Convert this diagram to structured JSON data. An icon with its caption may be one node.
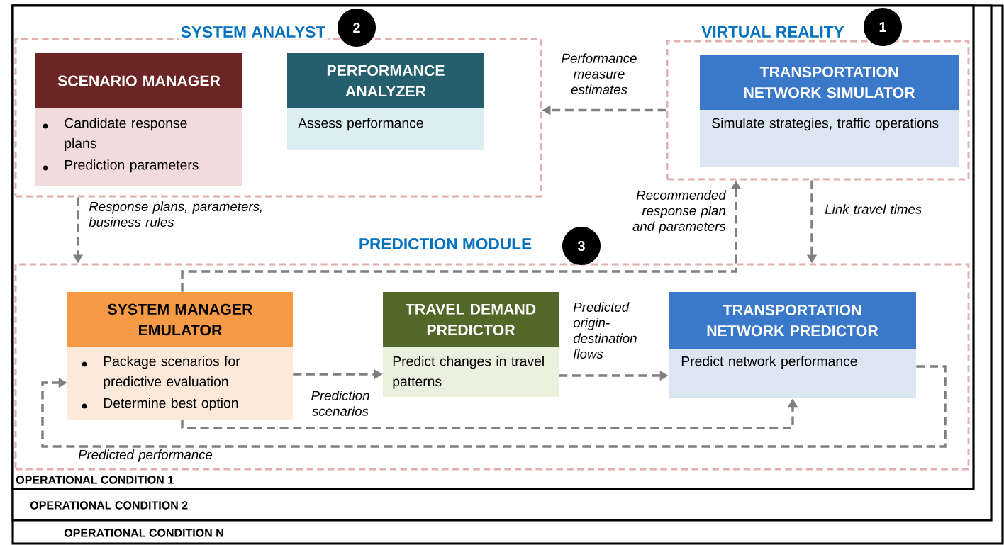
{
  "diagram": {
    "nodes": [
      {
        "text": [
          "OPERATIONAL CONDITION 1"
        ],
        "in": 1
      },
      {
        "text": [
          "OPERATIONAL CONDITION 2"
        ],
        "in": 2
      },
      {
        "text": [
          "OPERATIONAL CONDITION N"
        ]
      },
      {
        "text": [
          "SYSTEM ANALYST"
        ],
        "beside": [
          "2"
        ],
        "in": 0
      },
      {
        "text": [
          "SCENARIO MANAGER",
          "Candidate response plans",
          "Prediction parameters"
        ],
        "in": 3
      },
      {
        "text": [
          "PERFORMANCE ANALYZER",
          "Assess performance"
        ],
        "in": 3
      },
      {
        "text": [
          "VIRTUAL REALITY"
        ],
        "beside": [
          "1"
        ],
        "in": 0
      },
      {
        "text": [
          "TRANSPORTATION NETWORK SIMULATOR",
          "Simulate strategies, traffic operations"
        ],
        "in": 6
      },
      {
        "text": [
          "PREDICTION MODULE"
        ],
        "beside": [
          "3"
        ],
        "in": 0
      },
      {
        "text": [
          "SYSTEM MANAGER EMULATOR",
          "Package scenarios for predictive evaluation",
          "Determine best option"
        ],
        "in": 8
      },
      {
        "text": [
          "TRAVEL DEMAND PREDICTOR",
          "Predict changes in travel patterns"
        ],
        "in": 8
      },
      {
        "text": [
          "TRANSPORTATION NETWORK PREDICTOR",
          "Predict network performance"
        ],
        "in": 8
      }
    ],
    "edges": [
      {
        "from": 6,
        "to": 3,
        "arrow": "to",
        "label": "Performance measure estimates"
      },
      {
        "from": 3,
        "to": 8,
        "arrow": "to",
        "label": "Response plans, parameters, business rules"
      },
      {
        "from": 9,
        "to": 6,
        "arrow": "to",
        "label": "Recommended response plan and parameters"
      },
      {
        "from": 6,
        "to": 8,
        "arrow": "to",
        "label": "Link travel times"
      },
      {
        "from": 9,
        "to": 10,
        "arrow": "to",
        "label": "Prediction scenarios"
      },
      {
        "from": 10,
        "to": 11,
        "arrow": "to",
        "label": "Predicted origin-destination flows"
      },
      {
        "from": 9,
        "to": 11,
        "arrow": "to"
      },
      {
        "from": 11,
        "to": 9,
        "arrow": "to",
        "label": "Predicted performance"
      }
    ]
  }
}
